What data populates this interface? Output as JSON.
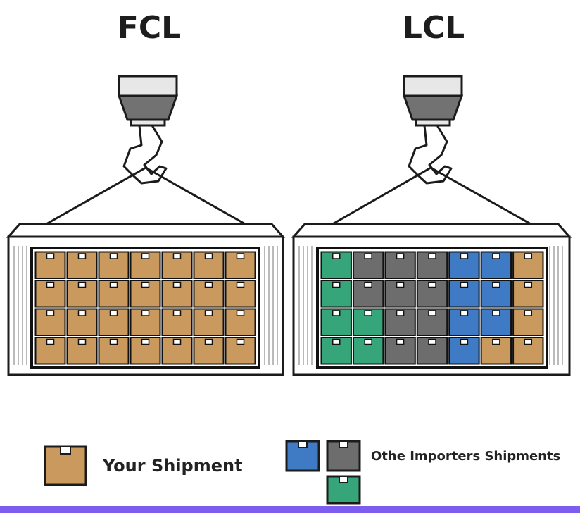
{
  "titles": {
    "fcl": "FCL",
    "lcl": "LCL"
  },
  "legend": {
    "your_shipment": "Your Shipment",
    "other_shipments": "Othe Importers Shipments"
  },
  "colors": {
    "your_shipment": "#c9995e",
    "importer_blue": "#3f7bc4",
    "importer_gray": "#6d6d6d",
    "importer_green": "#36a67a",
    "bottom_bar": "#7d5cf0"
  },
  "grid": {
    "rows": 4,
    "cols": 7
  },
  "lcl_cells": [
    [
      "green",
      "gray",
      "gray",
      "gray",
      "blue",
      "blue",
      "tan"
    ],
    [
      "green",
      "gray",
      "gray",
      "gray",
      "blue",
      "blue",
      "tan"
    ],
    [
      "green",
      "green",
      "gray",
      "gray",
      "blue",
      "blue",
      "tan"
    ],
    [
      "green",
      "green",
      "gray",
      "gray",
      "blue",
      "tan",
      "tan"
    ]
  ]
}
